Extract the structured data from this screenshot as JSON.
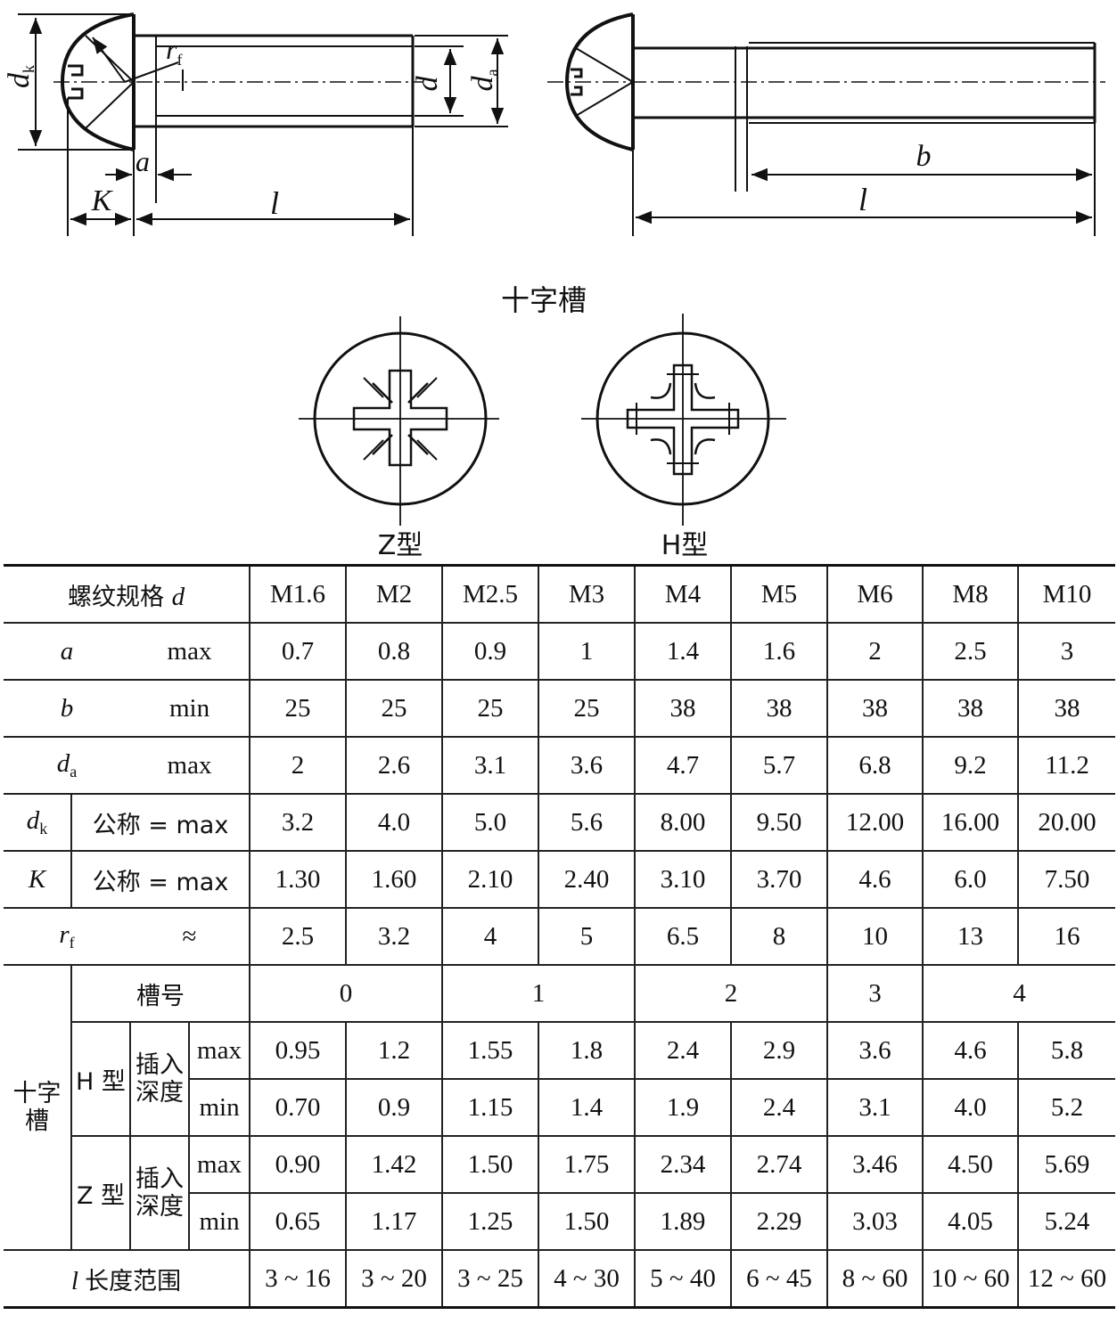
{
  "figure": {
    "labels": {
      "dk": "d",
      "dk_sub": "k",
      "rf": "r",
      "rf_sub": "f",
      "d": "d",
      "da": "d",
      "da_sub": "a",
      "a": "a",
      "K": "K",
      "l_left": "l",
      "b": "b",
      "l_right": "l"
    },
    "recess_title": "十字槽",
    "z_caption": "Z型",
    "h_caption": "H型"
  },
  "table": {
    "header_label": "螺纹规格 ",
    "header_symbol": "d",
    "columns": [
      "M1.6",
      "M2",
      "M2.5",
      "M3",
      "M4",
      "M5",
      "M6",
      "M8",
      "M10"
    ],
    "rows": {
      "a": {
        "sym": "a",
        "qual": "max",
        "values": [
          "0.7",
          "0.8",
          "0.9",
          "1",
          "1.4",
          "1.6",
          "2",
          "2.5",
          "3"
        ]
      },
      "b": {
        "sym": "b",
        "qual": "min",
        "values": [
          "25",
          "25",
          "25",
          "25",
          "38",
          "38",
          "38",
          "38",
          "38"
        ]
      },
      "da": {
        "sym": "d",
        "sub": "a",
        "qual": "max",
        "values": [
          "2",
          "2.6",
          "3.1",
          "3.6",
          "4.7",
          "5.7",
          "6.8",
          "9.2",
          "11.2"
        ]
      },
      "dk": {
        "sym": "d",
        "sub": "k",
        "qual": "公称 = max",
        "values": [
          "3.2",
          "4.0",
          "5.0",
          "5.6",
          "8.00",
          "9.50",
          "12.00",
          "16.00",
          "20.00"
        ]
      },
      "K": {
        "sym": "K",
        "qual": "公称 = max",
        "values": [
          "1.30",
          "1.60",
          "2.10",
          "2.40",
          "3.10",
          "3.70",
          "4.6",
          "6.0",
          "7.50"
        ]
      },
      "rf": {
        "sym": "r",
        "sub": "f",
        "qual": "≈",
        "values": [
          "2.5",
          "3.2",
          "4",
          "5",
          "6.5",
          "8",
          "10",
          "13",
          "16"
        ]
      }
    },
    "recess": {
      "group_label_1": "十字",
      "group_label_2": "槽",
      "slot_label": "槽号",
      "slot_values": [
        "0",
        "1",
        "2",
        "3",
        "4"
      ],
      "h_type": "H 型",
      "z_type": "Z 型",
      "insert_1": "插入",
      "insert_2": "深度",
      "max": "max",
      "min": "min",
      "h_max": [
        "0.95",
        "1.2",
        "1.55",
        "1.8",
        "2.4",
        "2.9",
        "3.6",
        "4.6",
        "5.8"
      ],
      "h_min": [
        "0.70",
        "0.9",
        "1.15",
        "1.4",
        "1.9",
        "2.4",
        "3.1",
        "4.0",
        "5.2"
      ],
      "z_max": [
        "0.90",
        "1.42",
        "1.50",
        "1.75",
        "2.34",
        "2.74",
        "3.46",
        "4.50",
        "5.69"
      ],
      "z_min": [
        "0.65",
        "1.17",
        "1.25",
        "1.50",
        "1.89",
        "2.29",
        "3.03",
        "4.05",
        "5.24"
      ]
    },
    "length": {
      "sym": "l",
      "label": "长度范围",
      "values": [
        "3 ~ 16",
        "3 ~ 20",
        "3 ~ 25",
        "4 ~ 30",
        "5 ~ 40",
        "6 ~ 45",
        "8 ~ 60",
        "10 ~ 60",
        "12 ~ 60"
      ]
    }
  }
}
